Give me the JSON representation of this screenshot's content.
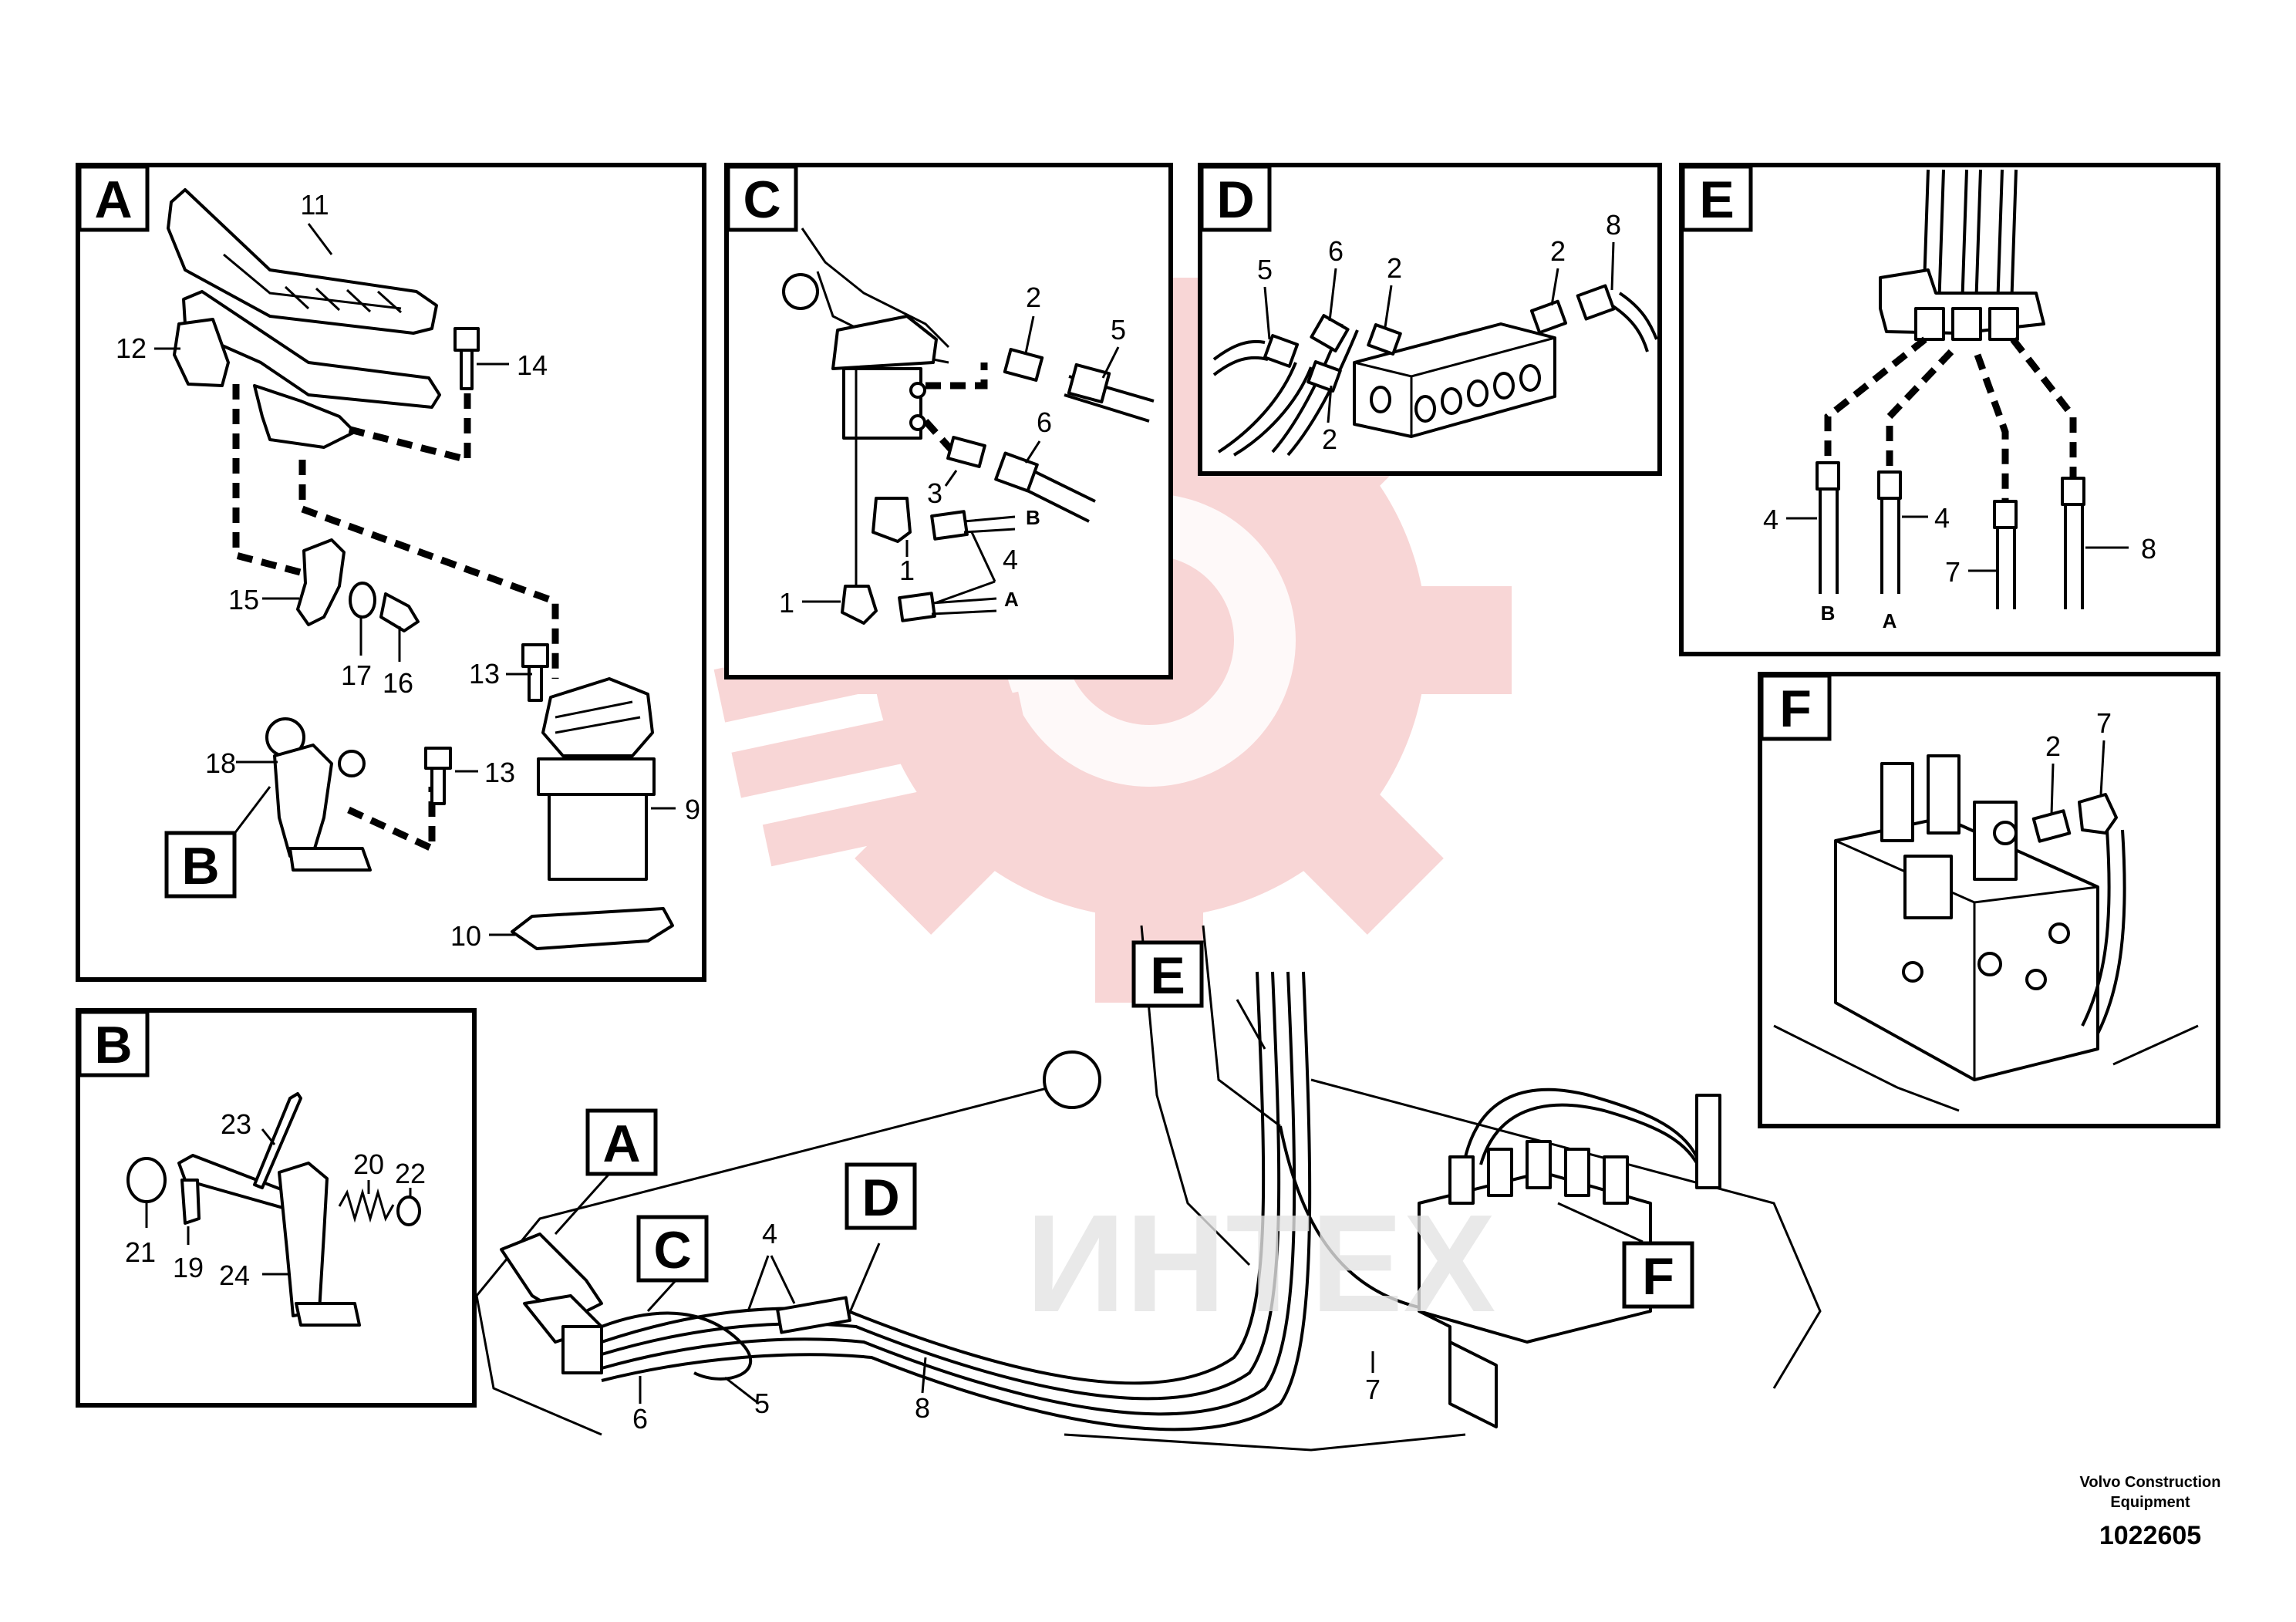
{
  "detail_letters": {
    "A": "A",
    "B": "B",
    "C": "C",
    "D": "D",
    "E": "E",
    "F": "F"
  },
  "panel_A": {
    "n9": "9",
    "n10": "10",
    "n11": "11",
    "n12": "12",
    "n13a": "13",
    "n13b": "13",
    "n14": "14",
    "n15": "15",
    "n16": "16",
    "n17": "17",
    "n18": "18"
  },
  "panel_B": {
    "n19": "19",
    "n20": "20",
    "n21": "21",
    "n22": "22",
    "n23": "23",
    "n24": "24"
  },
  "panel_C": {
    "n1a": "1",
    "n1b": "1",
    "n2": "2",
    "n3": "3",
    "n4": "4",
    "n5": "5",
    "n6": "6",
    "port_A": "A",
    "port_B": "B"
  },
  "panel_D": {
    "n2a": "2",
    "n2b": "2",
    "n2c": "2",
    "n5": "5",
    "n6": "6",
    "n8": "8"
  },
  "panel_E": {
    "n4a": "4",
    "n4b": "4",
    "n7": "7",
    "n8": "8",
    "port_B": "B",
    "port_A": "A"
  },
  "panel_F": {
    "n2": "2",
    "n7": "7"
  },
  "main": {
    "n4": "4",
    "n5": "5",
    "n6": "6",
    "n7": "7",
    "n8": "8"
  },
  "footer": {
    "company_line1": "Volvo Construction",
    "company_line2": "Equipment",
    "drawing_number": "1022605"
  },
  "colors": {
    "watermark": "#f6c8c8",
    "watermark_text": "#e4e4e4"
  },
  "watermark_text": "ИНТЕХ"
}
